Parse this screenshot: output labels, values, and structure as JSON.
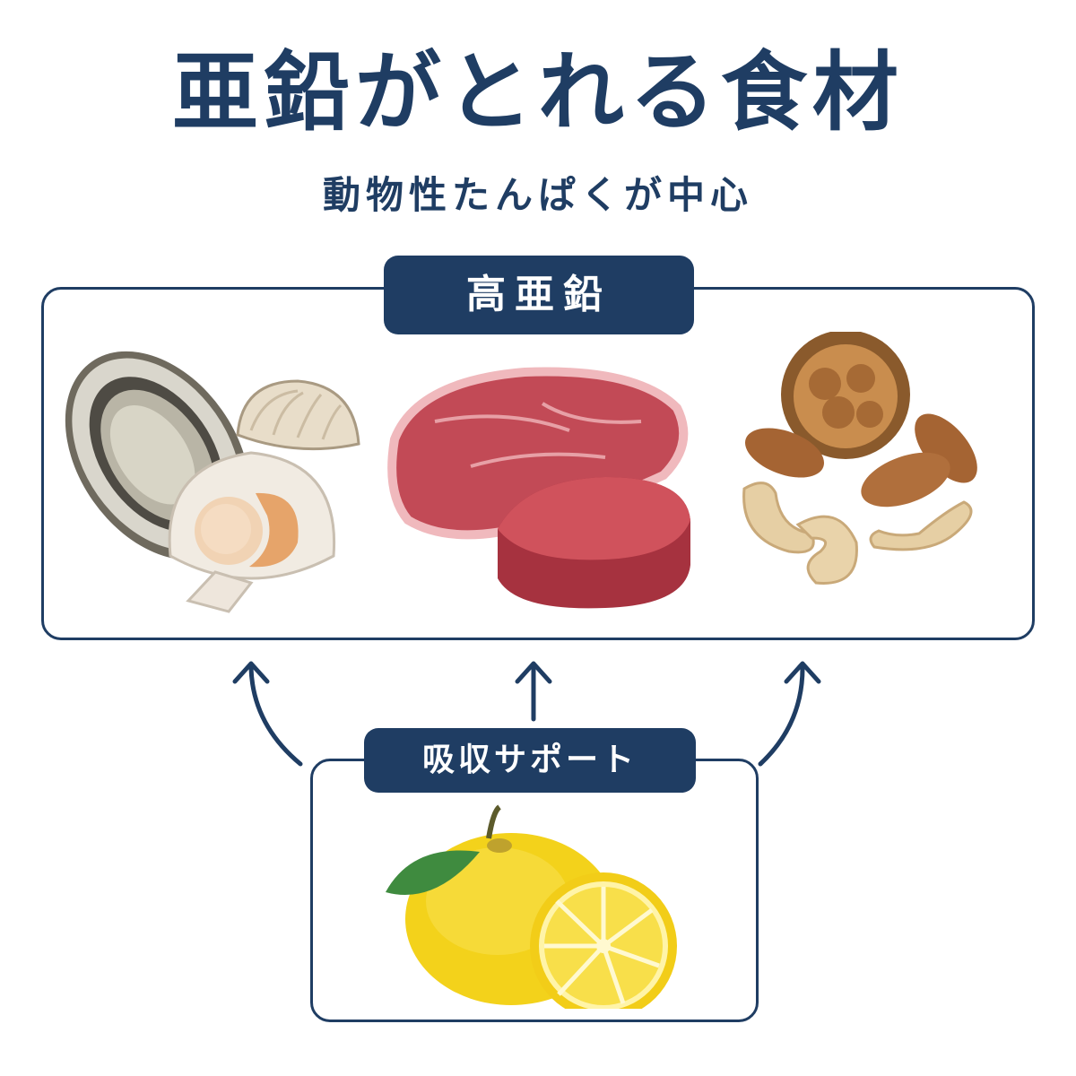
{
  "title": "亜鉛がとれる食材",
  "subtitle": "動物性たんぱくが中心",
  "high_zinc": {
    "label": "高亜鉛",
    "groups": [
      {
        "icon": "shellfish-icon"
      },
      {
        "icon": "red-meat-icon"
      },
      {
        "icon": "nuts-icon"
      }
    ]
  },
  "support": {
    "label": "吸収サポート",
    "icon": "citrus-icon"
  },
  "colors": {
    "navy": "#1f3d63",
    "meat": "#c24a56",
    "citrus": "#f3d21b",
    "nut": "#b77a45"
  }
}
